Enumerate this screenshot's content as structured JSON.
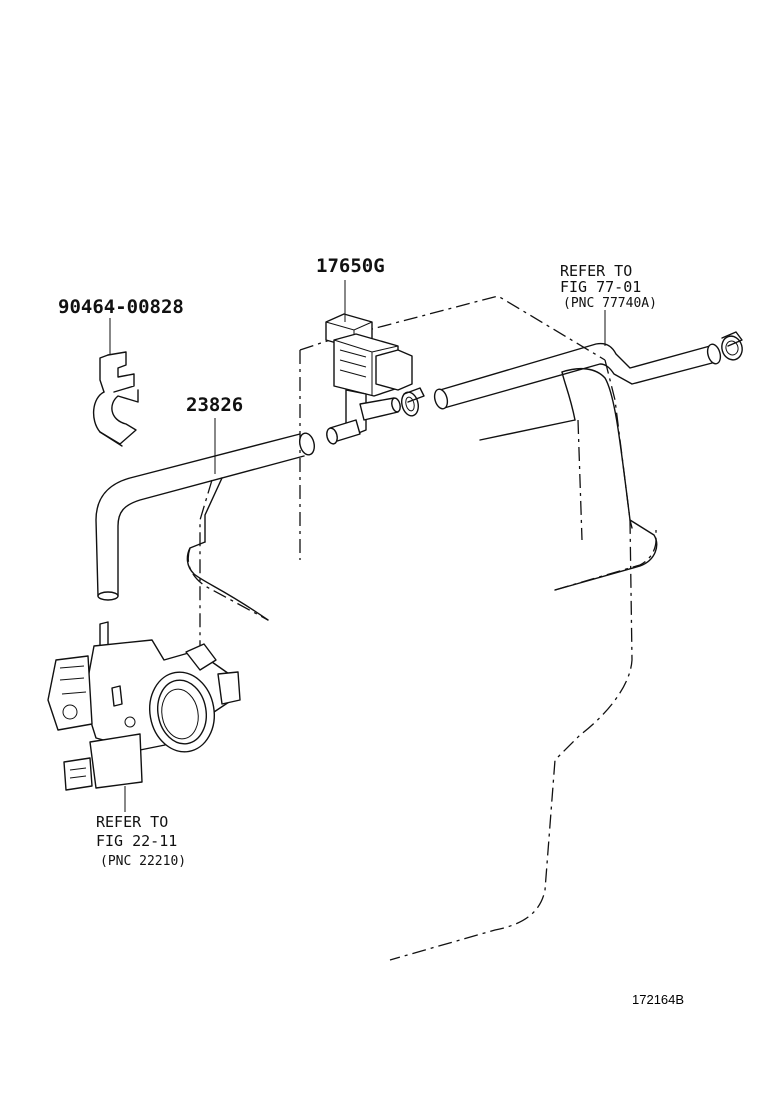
{
  "parts": {
    "vsv": {
      "number": "17650G"
    },
    "clamp": {
      "number": "90464-00828"
    },
    "hose": {
      "number": "23826"
    }
  },
  "references": {
    "upper_right": {
      "line1": "REFER TO",
      "line2": "FIG 77-01",
      "line3": "(PNC 77740A)"
    },
    "throttle_body": {
      "line1": "REFER TO",
      "line2": "FIG 22-11",
      "line3": "(PNC 22210)"
    }
  },
  "illustration_id": "172164B"
}
